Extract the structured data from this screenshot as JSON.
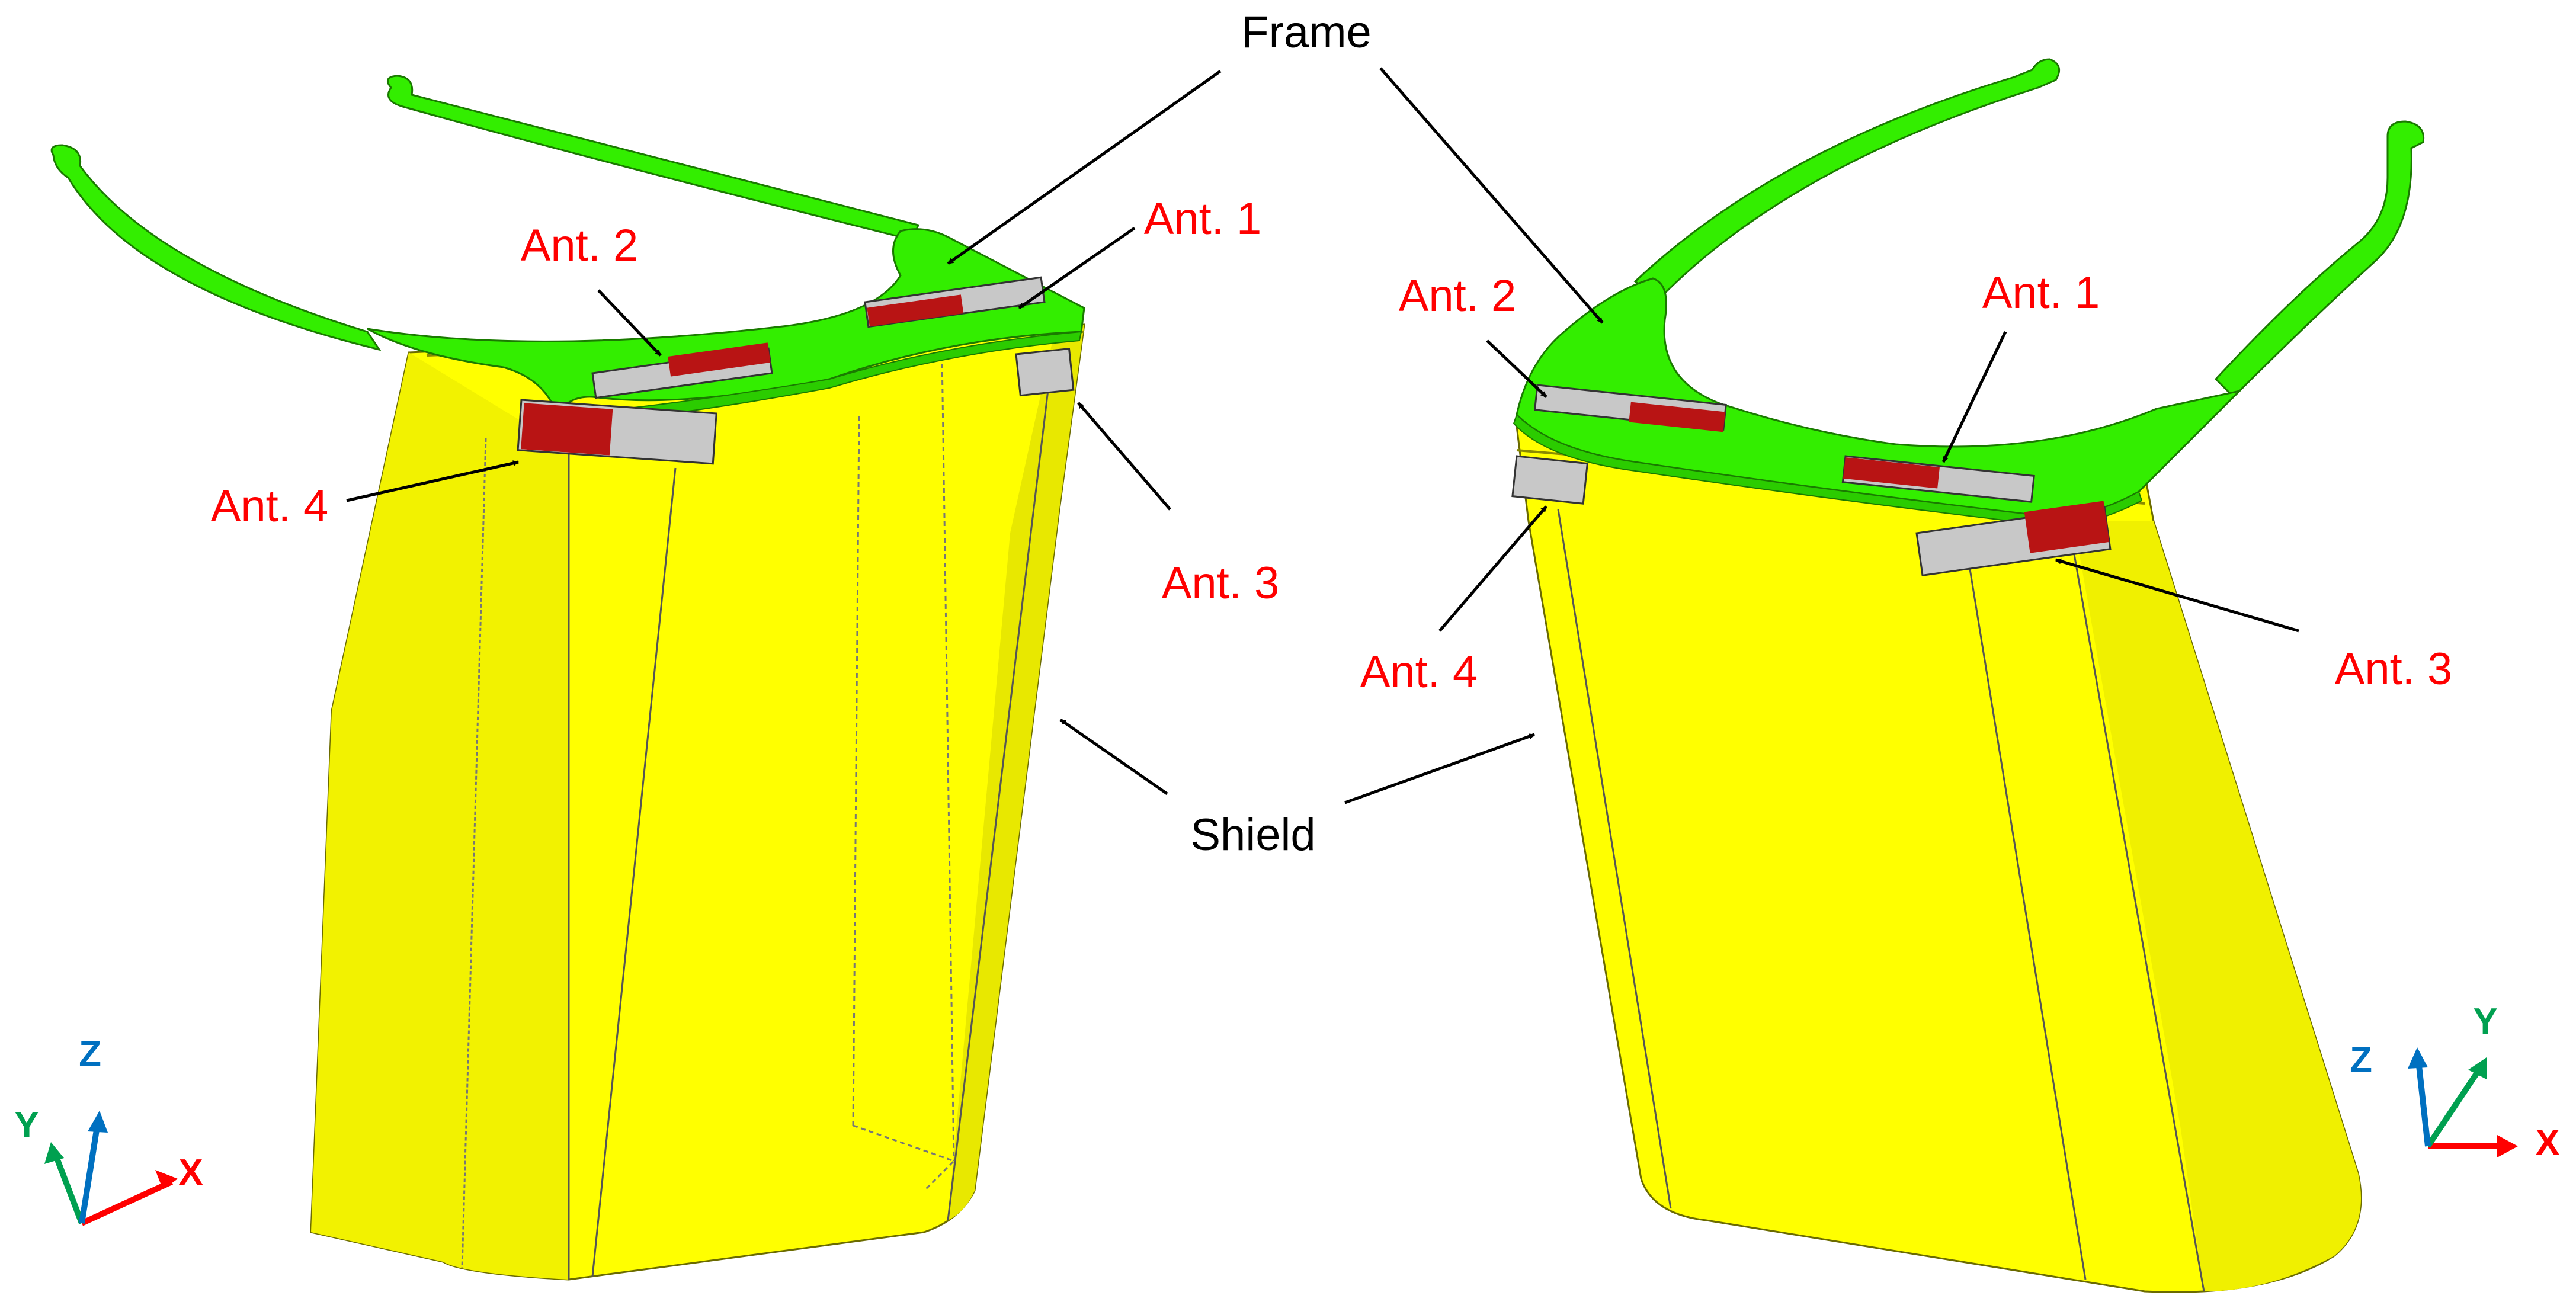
{
  "labels": {
    "frame": "Frame",
    "shield": "Shield",
    "ant1": "Ant. 1",
    "ant2": "Ant. 2",
    "ant3": "Ant. 3",
    "ant4": "Ant. 4"
  },
  "axes": {
    "x": "X",
    "y": "Y",
    "z": "Z"
  },
  "colors": {
    "frame": "#33ee00",
    "shield": "#ffff00",
    "antenna_active": "#b81414",
    "antenna_pcb": "#c8c8c8",
    "label_red": "#ff0000",
    "axis_x": "#ff0000",
    "axis_y": "#00a050",
    "axis_z": "#0070c0"
  }
}
